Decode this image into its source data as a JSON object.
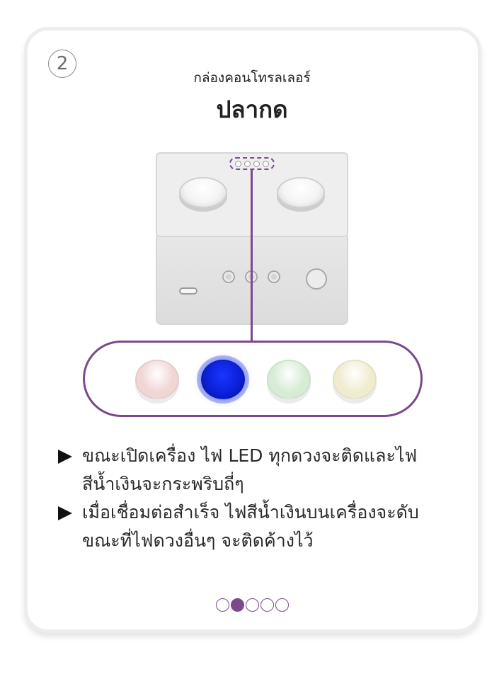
{
  "step_number": "2",
  "subtitle": "กล่องคอนโทรลเลอร์",
  "title": "ปลากด",
  "colors": {
    "accent": "#7a4a8c",
    "led_pink": "#f0d6d5",
    "led_blue": "#0a1fd6",
    "led_green": "#d6ecd4",
    "led_yellow": "#efecd0"
  },
  "device_leds": [
    "pink",
    "blue",
    "green",
    "yellow"
  ],
  "instructions": [
    "ขณะเปิดเครื่อง ไฟ LED ทุกดวงจะติดและไฟสีน้ำเงินจะกระพริบถี่ๆ",
    "เมื่อเชื่อมต่อสำเร็จ ไฟสีน้ำเงินบนเครื่องจะดับ ขณะที่ไฟดวงอื่นๆ จะติดค้างไว้"
  ],
  "pagination": {
    "total": 5,
    "current": 2
  }
}
